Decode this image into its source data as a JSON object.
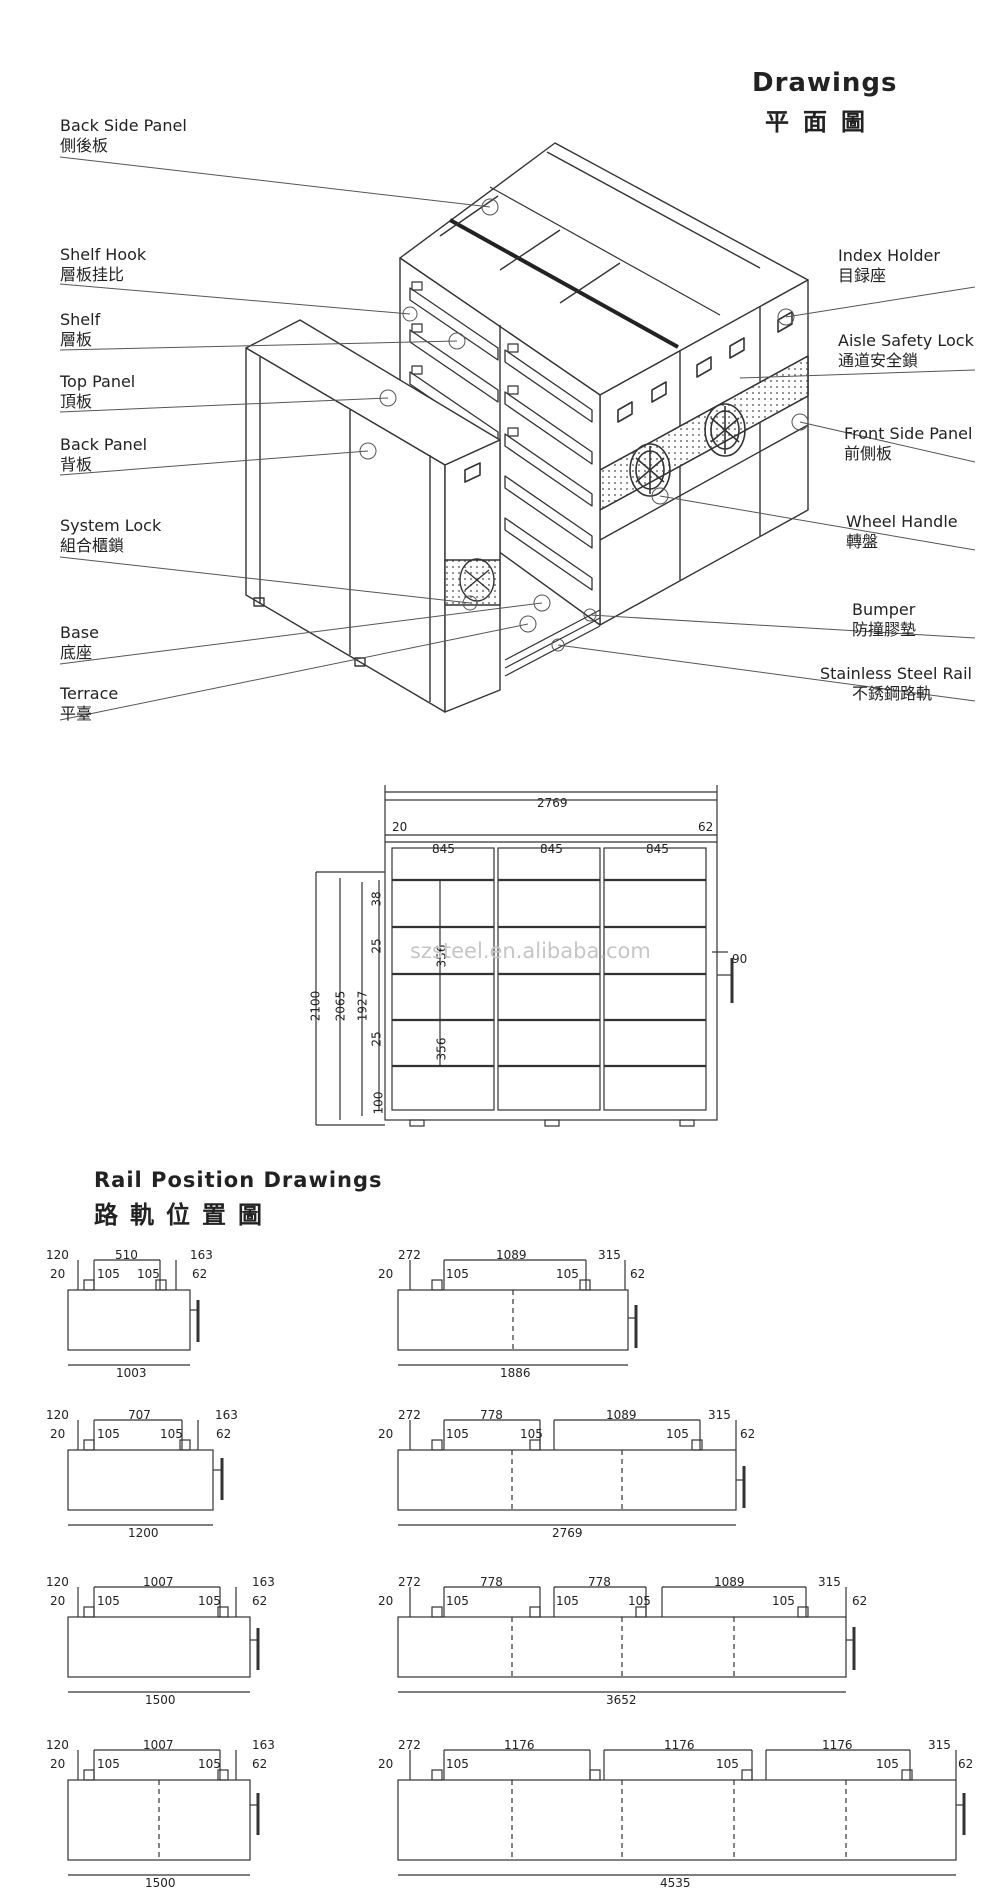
{
  "header": {
    "title": "Drawings",
    "title_zh": "平面圖"
  },
  "callouts_left": [
    {
      "en": "Back Side Panel",
      "zh": "側後板"
    },
    {
      "en": "Shelf Hook",
      "zh": "層板挂比"
    },
    {
      "en": "Shelf",
      "zh": "層板"
    },
    {
      "en": "Top Panel",
      "zh": "頂板"
    },
    {
      "en": "Back Panel",
      "zh": "背板"
    },
    {
      "en": "System Lock",
      "zh": "組合櫃鎖"
    },
    {
      "en": "Base",
      "zh": "底座"
    },
    {
      "en": "Terrace",
      "zh": "平臺"
    }
  ],
  "callouts_right": [
    {
      "en": "Index Holder",
      "zh": "目録座"
    },
    {
      "en": "Aisle Safety Lock",
      "zh": "通道安全鎖"
    },
    {
      "en": "Front Side Panel",
      "zh": "前側板"
    },
    {
      "en": "Wheel Handle",
      "zh": "轉盤"
    },
    {
      "en": "Bumper",
      "zh": "防撞膠墊"
    },
    {
      "en": "Stainless Steel Rail",
      "zh": "不銹鋼路軌"
    }
  ],
  "elevation": {
    "total_width": "2769",
    "left_offset": "20",
    "right_offset": "62",
    "bays": [
      "845",
      "845",
      "845"
    ],
    "heights": [
      "2100",
      "2065",
      "1927"
    ],
    "shelf_dims": [
      "38",
      "25",
      "356",
      "25",
      "356",
      "100"
    ],
    "handle": "90"
  },
  "watermark": "szsteel.en.alibaba.com",
  "rail_section": {
    "title": "Rail Position Drawings",
    "title_zh": "路軌位置圖"
  },
  "rail_left": [
    {
      "top": [
        "120",
        "510",
        "163"
      ],
      "inner": [
        "20",
        "105",
        "105",
        "62"
      ],
      "total": "1003"
    },
    {
      "top": [
        "120",
        "707",
        "163"
      ],
      "inner": [
        "20",
        "105",
        "105",
        "62"
      ],
      "total": "1200"
    },
    {
      "top": [
        "120",
        "1007",
        "163"
      ],
      "inner": [
        "20",
        "105",
        "105",
        "62"
      ],
      "total": "1500"
    },
    {
      "top": [
        "120",
        "1007",
        "163"
      ],
      "inner": [
        "20",
        "105",
        "105",
        "62"
      ],
      "total": "1500"
    }
  ],
  "rail_right": [
    {
      "top": [
        "272",
        "1089",
        "315"
      ],
      "inner": [
        "20",
        "105",
        "105",
        "62"
      ],
      "total": "1886"
    },
    {
      "top": [
        "272",
        "778",
        "1089",
        "315"
      ],
      "inner": [
        "20",
        "105",
        "105",
        "105",
        "62"
      ],
      "total": "2769"
    },
    {
      "top": [
        "272",
        "778",
        "778",
        "1089",
        "315"
      ],
      "inner": [
        "20",
        "105",
        "105",
        "105",
        "105",
        "62"
      ],
      "total": "3652"
    },
    {
      "top": [
        "272",
        "1176",
        "1176",
        "1176",
        "315"
      ],
      "inner": [
        "20",
        "105",
        "105",
        "105",
        "62"
      ],
      "total": "4535"
    }
  ]
}
